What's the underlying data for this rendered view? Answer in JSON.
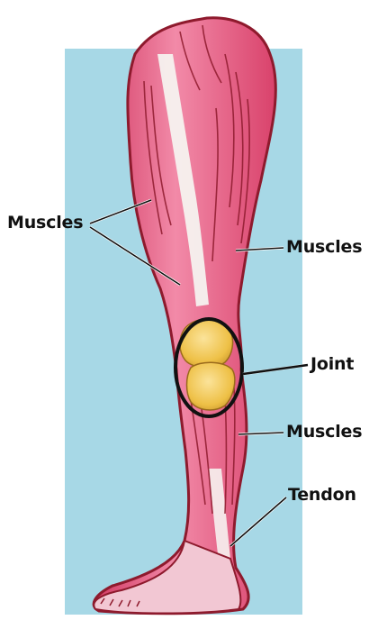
{
  "labels": {
    "muscles_left": "Muscles",
    "muscles_right_upper": "Muscles",
    "joint": "Joint",
    "muscles_right_lower": "Muscles",
    "tendon": "Tendon"
  },
  "colors": {
    "background_panel": "#a7d8e6",
    "muscle": "#e8537a",
    "muscle_light": "#f7a9bf",
    "muscle_dark": "#a3182e",
    "tendon": "#f4f1ee",
    "bone": "#f0c648",
    "outline_ring": "#111111"
  }
}
